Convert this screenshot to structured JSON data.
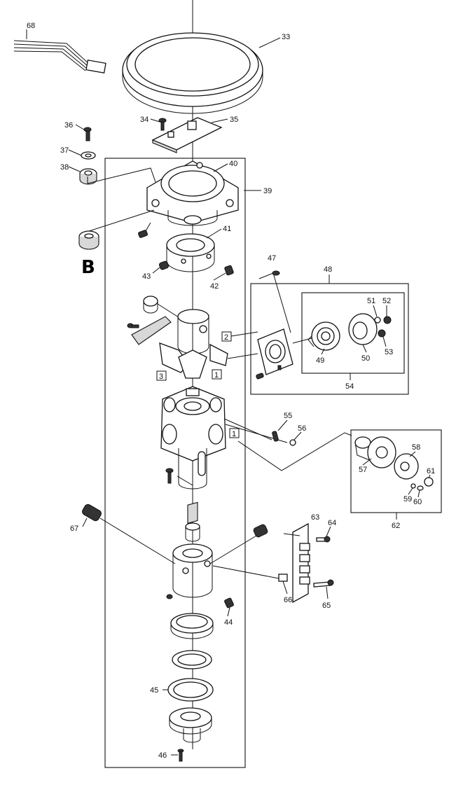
{
  "diagram": {
    "labels": {
      "l33": "33",
      "l34": "34",
      "l35": "35",
      "l36": "36",
      "l37": "37",
      "l38": "38",
      "l39": "39",
      "l40": "40",
      "l41": "41",
      "l42": "42",
      "l43": "43",
      "l44": "44",
      "l45": "45",
      "l46": "46",
      "l47": "47",
      "l48": "48",
      "l49": "49",
      "l50": "50",
      "l51": "51",
      "l52": "52",
      "l53": "53",
      "l54": "54",
      "l55": "55",
      "l56": "56",
      "l57": "57",
      "l58": "58",
      "l59": "59",
      "l60": "60",
      "l61": "61",
      "l62": "62",
      "l63": "63",
      "l64": "64",
      "l65": "65",
      "l66": "66",
      "l67": "67",
      "l68": "68"
    },
    "markers": {
      "b": "B",
      "m1a": "1",
      "m1b": "1",
      "m2": "2",
      "m3": "3"
    }
  }
}
